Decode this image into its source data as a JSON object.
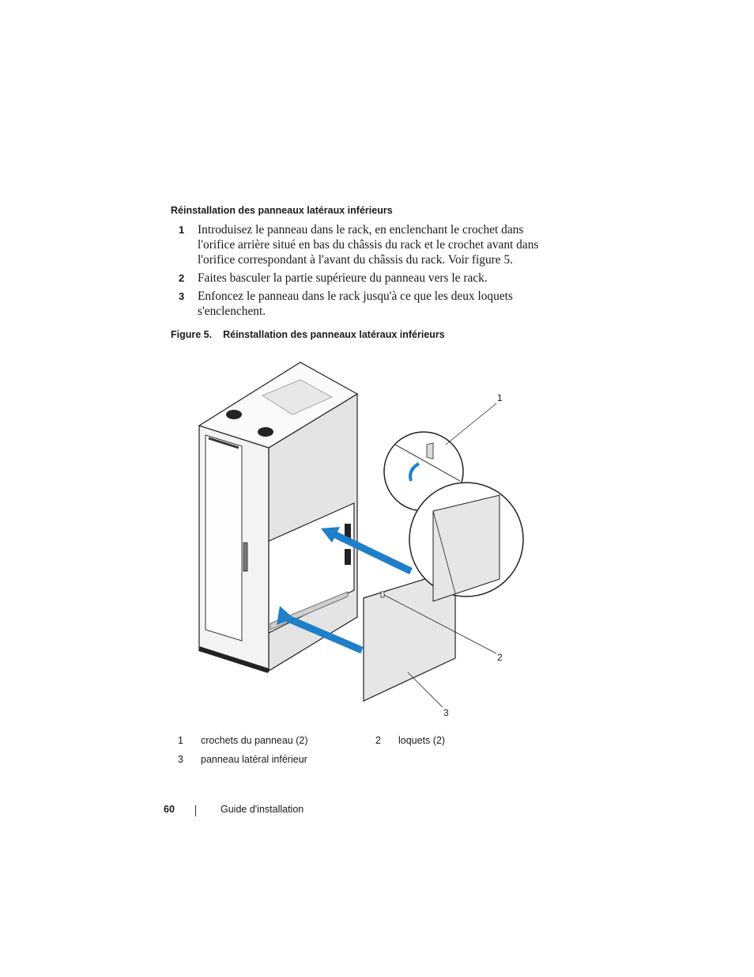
{
  "section": {
    "heading": "Réinstallation des panneaux latéraux inférieurs"
  },
  "steps": [
    {
      "num": "1",
      "text": "Introduisez le panneau dans le rack, en enclenchant le crochet dans l'orifice arrière situé en bas du châssis du rack et le crochet avant dans l'orifice correspondant à l'avant du châssis du rack. Voir figure 5."
    },
    {
      "num": "2",
      "text": "Faites basculer la partie supérieure du panneau vers le rack."
    },
    {
      "num": "3",
      "text": "Enfoncez le panneau dans le rack jusqu'à ce que les deux loquets s'enclenchent."
    }
  ],
  "figure": {
    "label": "Figure 5.",
    "title": "Réinstallation des panneaux latéraux inférieurs",
    "callouts": [
      "1",
      "2",
      "3"
    ]
  },
  "legend": [
    {
      "num": "1",
      "text": "crochets du panneau (2)"
    },
    {
      "num": "2",
      "text": "loquets (2)"
    },
    {
      "num": "3",
      "text": "panneau latéral inférieur"
    }
  ],
  "footer": {
    "page_number": "60",
    "title": "Guide d'installation"
  },
  "colors": {
    "arrow": "#1f7fc8",
    "line": "#222222",
    "panel": "#e6e6e6"
  }
}
